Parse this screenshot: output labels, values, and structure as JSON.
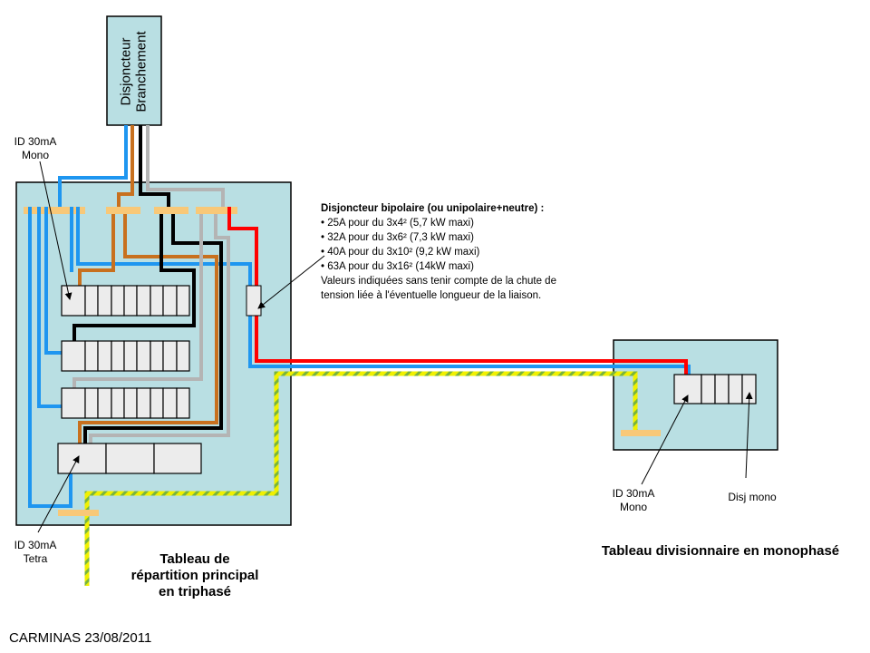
{
  "colors": {
    "panel": "#b9dfe3",
    "module": "#ececec",
    "blue": "#1e96f0",
    "brown": "#c8701e",
    "black": "#000000",
    "gray": "#b4b4b4",
    "red": "#ff0000",
    "earth_yellow": "#f0f000",
    "earth_green": "#78b43c",
    "busbar": "#f8c878"
  },
  "breaker_box": {
    "line1": "Disjoncteur",
    "line2": "Branchement"
  },
  "labels": {
    "id_mono_main": {
      "line1": "ID 30mA",
      "line2": "Mono"
    },
    "id_tetra": {
      "line1": "ID 30mA",
      "line2": "Tetra"
    },
    "id_mono_sub": {
      "line1": "ID 30mA",
      "line2": "Mono"
    },
    "disj_mono": "Disj mono"
  },
  "note": {
    "heading": "Disjoncteur bipolaire (ou unipolaire+neutre) :",
    "items": [
      "• 25A pour du 3x4² (5,7 kW maxi)",
      "• 32A pour du 3x6² (7,3 kW maxi)",
      "• 40A pour du 3x10² (9,2 kW maxi)",
      "• 63A pour du 3x16² (14kW maxi)"
    ],
    "footer1": "Valeurs indiquées sans tenir compte de la chute de",
    "footer2": "tension liée à l'éventuelle longueur de la liaison."
  },
  "titles": {
    "main_line1": "Tableau de",
    "main_line2": "répartition principal",
    "main_line3": "en triphasé",
    "sub": "Tableau divisionnaire en monophasé"
  },
  "credit": "CARMINAS 23/08/2011"
}
